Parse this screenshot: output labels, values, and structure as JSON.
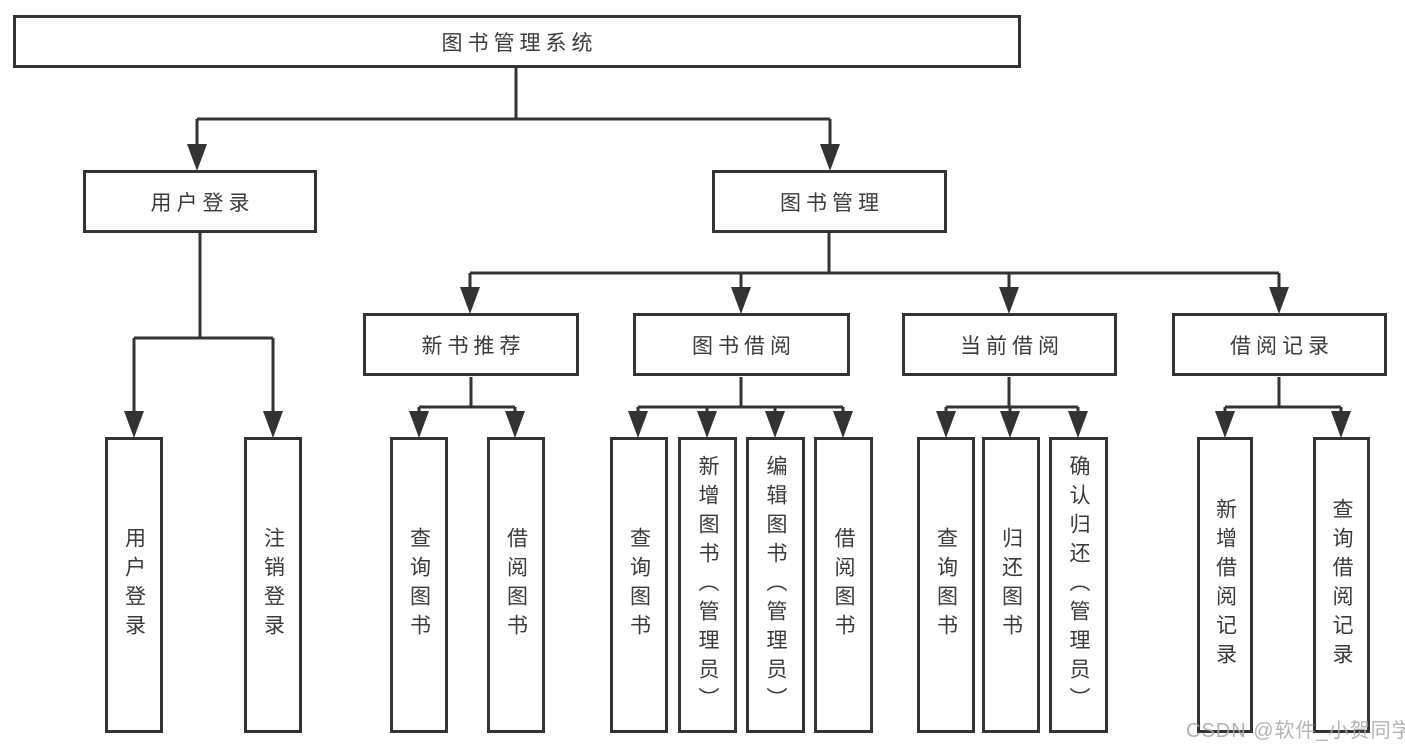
{
  "diagram": {
    "kind": "hierarchy-tree",
    "title": "图书管理系统"
  },
  "nodes": {
    "root": {
      "label": "图书管理系统"
    },
    "userLogin": {
      "label": "用户登录"
    },
    "bookMgmt": {
      "label": "图书管理"
    },
    "newBookRec": {
      "label": "新书推荐"
    },
    "bookBorrow": {
      "label": "图书借阅"
    },
    "currentBorrow": {
      "label": "当前借阅"
    },
    "borrowRecords": {
      "label": "借阅记录"
    },
    "leafUserLogin": {
      "label": "用户登录"
    },
    "leafLogout": {
      "label": "注销登录"
    },
    "leafRecQuery": {
      "label": "查询图书"
    },
    "leafRecBorrow": {
      "label": "借阅图书"
    },
    "leafBbQuery": {
      "label": "查询图书"
    },
    "leafBbAdd": {
      "label": "新增图书（管理员）"
    },
    "leafBbEdit": {
      "label": "编辑图书（管理员）"
    },
    "leafBbBorrow": {
      "label": "借阅图书"
    },
    "leafCbQuery": {
      "label": "查询图书"
    },
    "leafCbReturn": {
      "label": "归还图书"
    },
    "leafCbConfirm": {
      "label": "确认归还（管理员）"
    },
    "leafBrAdd": {
      "label": "新增借阅记录"
    },
    "leafBrQuery": {
      "label": "查询借阅记录"
    }
  },
  "watermark": {
    "text": "CSDN @软件_小贺同学"
  },
  "colors": {
    "line": "#333333",
    "border": "#333333",
    "text": "#3a3a3a",
    "watermark": "#a8a8a8",
    "background": "#ffffff"
  }
}
